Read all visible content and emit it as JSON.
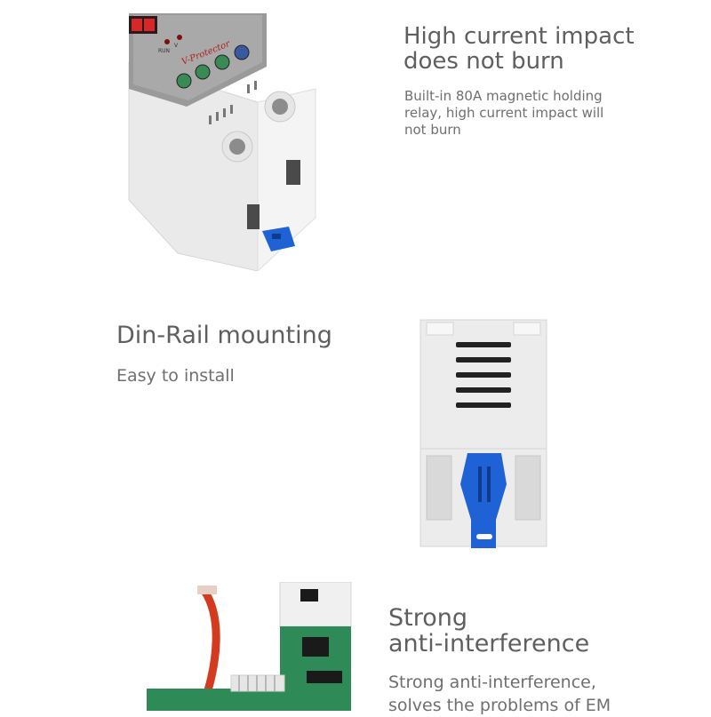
{
  "features": [
    {
      "title_lines": [
        "High current impact",
        "does not burn"
      ],
      "desc_lines": [
        "Built-in 80A magnetic holding",
        "relay, high current impact will",
        "not burn"
      ]
    },
    {
      "title_lines": [
        "Din-Rail mounting"
      ],
      "desc_lines": [
        "Easy to install"
      ]
    },
    {
      "title_lines": [
        "Strong",
        "anti-interference"
      ],
      "desc_lines": [
        "Strong anti-interference,",
        "solves the problems of EM"
      ]
    }
  ],
  "device": {
    "indicator_run": "RUN",
    "indicator_v": "V",
    "brand": "V-Protector"
  },
  "colors": {
    "text_heading": "#5f5f5f",
    "text_body": "#6f6f6f",
    "clip_blue": "#1f62d6",
    "pcb_green": "#2e8b57"
  }
}
